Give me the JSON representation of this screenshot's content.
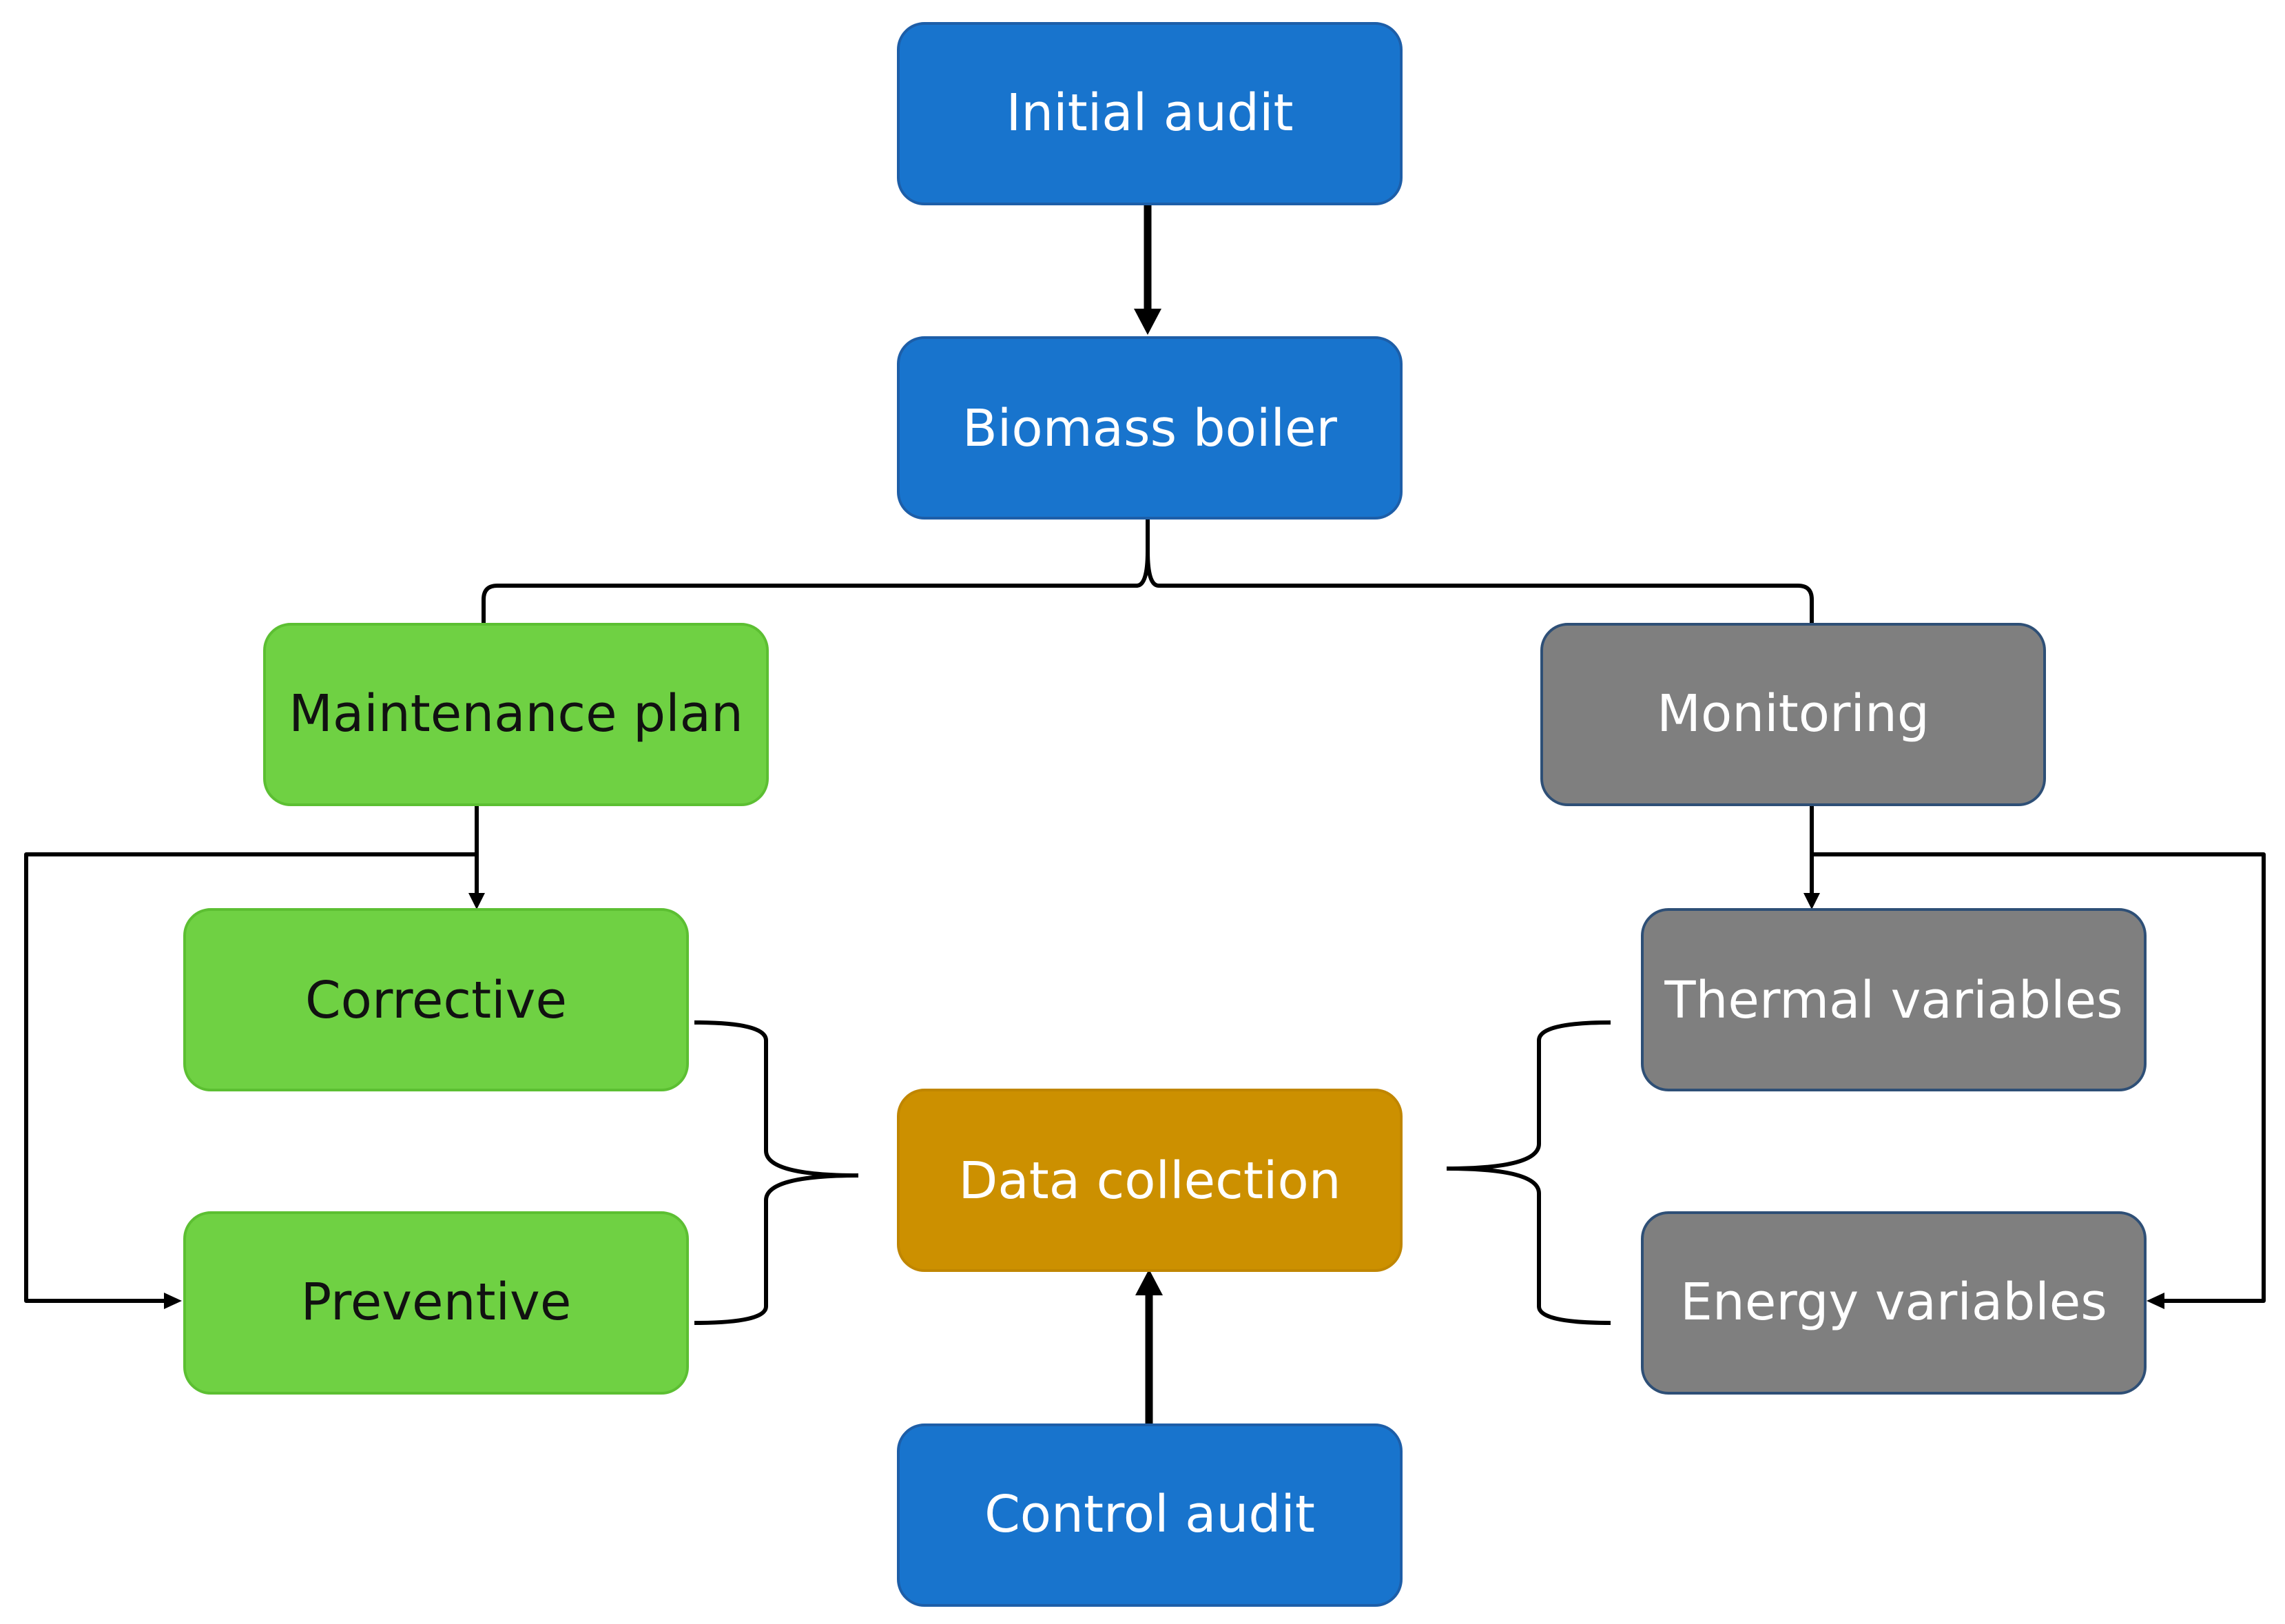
{
  "colors": {
    "blue_fill": "#1874cd",
    "blue_stroke": "#1d5ea8",
    "green_fill": "#6fd143",
    "green_stroke": "#5cbf32",
    "gray_fill": "#7f7f7f",
    "gray_stroke": "#2e4f76",
    "gold_fill": "#cc9000",
    "gold_stroke": "#c08600",
    "line": "#000000",
    "text_light": "#ffffff",
    "text_dark": "#111111"
  },
  "nodes": {
    "initial_audit": "Initial audit",
    "biomass_boiler": "Biomass boiler",
    "maintenance_plan": "Maintenance plan",
    "monitoring": "Monitoring",
    "corrective": "Corrective",
    "preventive": "Preventive",
    "data_collection": "Data collection",
    "thermal_variables": "Thermal variables",
    "energy_variables": "Energy variables",
    "control_audit": "Control audit"
  }
}
